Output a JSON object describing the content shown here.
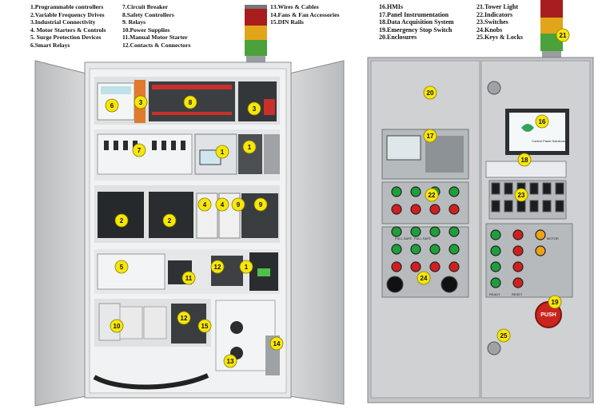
{
  "legend": {
    "col1": [
      "1.Programmable controllers",
      "2.Variable Frequency  Drives",
      "3.Industrial Connectivity",
      "4. Motor Starters &  Controls",
      "5. Surge Protection Devices",
      "6.Smart Relays"
    ],
    "col2": [
      "7.Circuit Breaker",
      "8.Safety Controllers",
      "9. Relays",
      "10.Power Supplies",
      "11.Manual Motor Starter",
      "12.Contacts & Connectors"
    ],
    "col3": [
      "13.Wires & Cables",
      "14.Fans & Fan Accessories",
      "15.DIN Rails"
    ],
    "col4": [
      "16.HMIs",
      "17.Panel Instrumentation",
      "18.Data Acquisition System",
      "19.Emergency Stop Switch",
      "20.Enclosures"
    ],
    "col5": [
      "21.Tower Light",
      "22.Indicators",
      "23.Switches",
      "24.Knobs",
      "25.Keys & Locks"
    ]
  },
  "markers": [
    {
      "n": "6"
    },
    {
      "n": "3"
    },
    {
      "n": "8"
    },
    {
      "n": "3"
    },
    {
      "n": "7"
    },
    {
      "n": "1"
    },
    {
      "n": "1"
    },
    {
      "n": "2"
    },
    {
      "n": "2"
    },
    {
      "n": "4"
    },
    {
      "n": "4"
    },
    {
      "n": "9"
    },
    {
      "n": "9"
    },
    {
      "n": "5"
    },
    {
      "n": "11"
    },
    {
      "n": "12"
    },
    {
      "n": "1"
    },
    {
      "n": "10"
    },
    {
      "n": "12"
    },
    {
      "n": "15"
    },
    {
      "n": "13"
    },
    {
      "n": "14"
    },
    {
      "n": "20"
    },
    {
      "n": "17"
    },
    {
      "n": "22"
    },
    {
      "n": "24"
    },
    {
      "n": "16"
    },
    {
      "n": "18"
    },
    {
      "n": "23"
    },
    {
      "n": "21"
    },
    {
      "n": "19"
    },
    {
      "n": "25"
    }
  ],
  "hmi_text": "Control Panel Solutions",
  "push_label": "PUSH",
  "door_labels": [
    "FULL SAFE",
    "FULL SAFE",
    "MOTOR",
    "READY",
    "RESET"
  ],
  "colors": {
    "marker": "#f6e60c",
    "cabinet": "#c9cbcc",
    "red": "#d11f1f",
    "green": "#1f9e3a",
    "amber": "#e8a317"
  }
}
